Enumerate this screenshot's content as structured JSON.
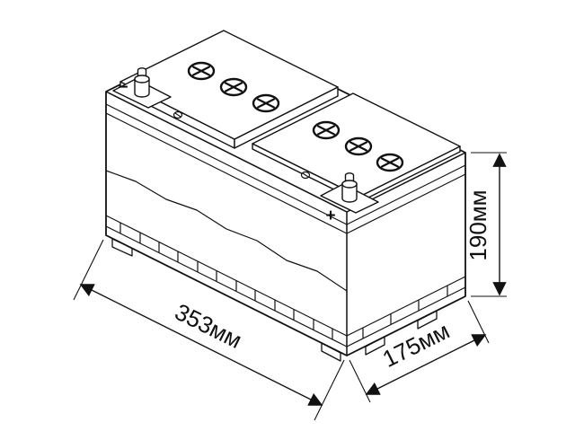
{
  "drawing": {
    "background": "#ffffff",
    "line_color": "#111111",
    "subject": "battery-isometric-technical-drawing"
  },
  "dimensions": {
    "length": {
      "label": "353мм"
    },
    "width": {
      "label": "175мм"
    },
    "height": {
      "label": "190мм"
    }
  },
  "terminals": {
    "negative_label": "−",
    "positive_label": "+"
  }
}
